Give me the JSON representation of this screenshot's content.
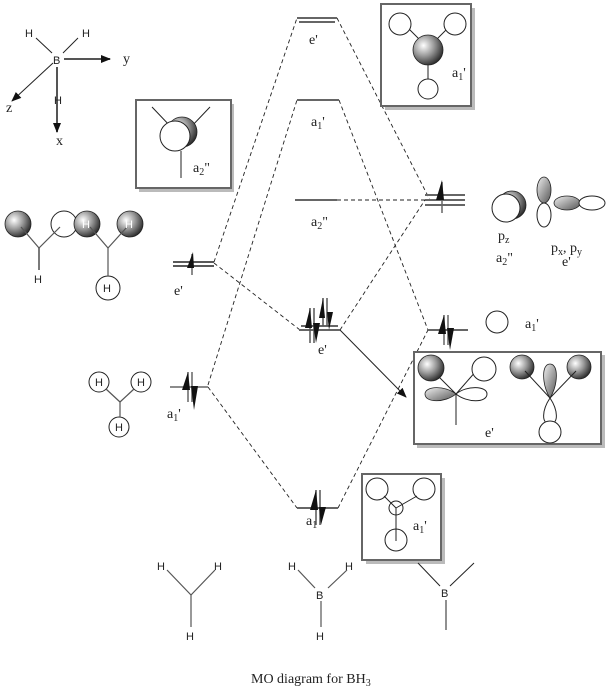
{
  "title": "MO diagram for BH",
  "title_subscript": "3",
  "axes": {
    "labels": {
      "x": "x",
      "y": "y",
      "z": "z"
    },
    "atoms": {
      "center": "B",
      "h": "H"
    }
  },
  "mo_levels": {
    "e_prime_star": "e'",
    "a1_prime_star": "a",
    "a1_prime_star_sub": "1",
    "a1_prime_star_prime": "'",
    "a2_double_prime": "a",
    "a2_double_prime_sub": "2",
    "a2_double_prime_mark": "\"",
    "e_prime_bonding": "e'",
    "a1_bonding": "a",
    "a1_bonding_sub": "1"
  },
  "h3_fragment": {
    "e_prime_label": "e'",
    "a1_prime_label": "a",
    "a1_prime_sub": "1",
    "a1_prime_mark": "'"
  },
  "b_atom": {
    "p_label": "p",
    "p_z_sub": "z",
    "a2_label": "a",
    "a2_sub": "2",
    "a2_mark": "\"",
    "pxy_label_px": "p",
    "pxy_sub_x": "x",
    "pxy_sep": ", p",
    "pxy_sub_y": "y",
    "e_label": "e'",
    "s_label": "a",
    "s_sub": "1",
    "s_mark": "'"
  },
  "boxes": {
    "a1_star_box": {
      "label": "a",
      "sub": "1",
      "mark": "'"
    },
    "a2_box": {
      "label": "a",
      "sub": "2",
      "mark": "\""
    },
    "e_prime_box": {
      "label": "e'"
    },
    "a1_bonding_box": {
      "label": "a",
      "sub": "1",
      "mark": "'"
    }
  },
  "bottom_structures": {
    "h3": {
      "atom": "H"
    },
    "bh3": {
      "center": "B",
      "atom": "H"
    },
    "b_frag": {
      "center": "B"
    }
  }
}
